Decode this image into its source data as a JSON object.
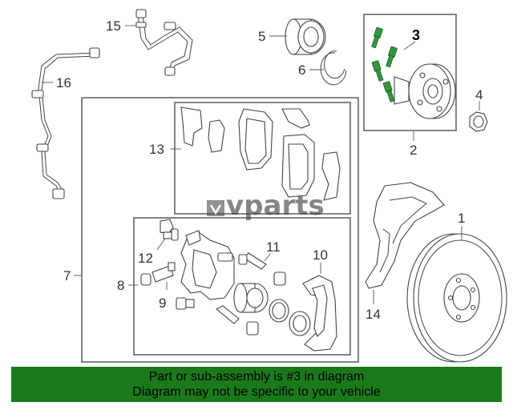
{
  "callouts": {
    "c1": "1",
    "c2": "2",
    "c3": "3",
    "c4": "4",
    "c5": "5",
    "c6": "6",
    "c7": "7",
    "c8": "8",
    "c9": "9",
    "c10": "10",
    "c11": "11",
    "c12": "12",
    "c13": "13",
    "c14": "14",
    "c15": "15",
    "c16": "16"
  },
  "highlighted_part": "3",
  "watermark": "vparts",
  "banner": {
    "line1": "Part or sub-assembly is #3 in diagram",
    "line2": "Diagram may not be specific to your vehicle"
  },
  "colors": {
    "highlight": "#2e9a3e",
    "banner": "#1a7a1a"
  }
}
